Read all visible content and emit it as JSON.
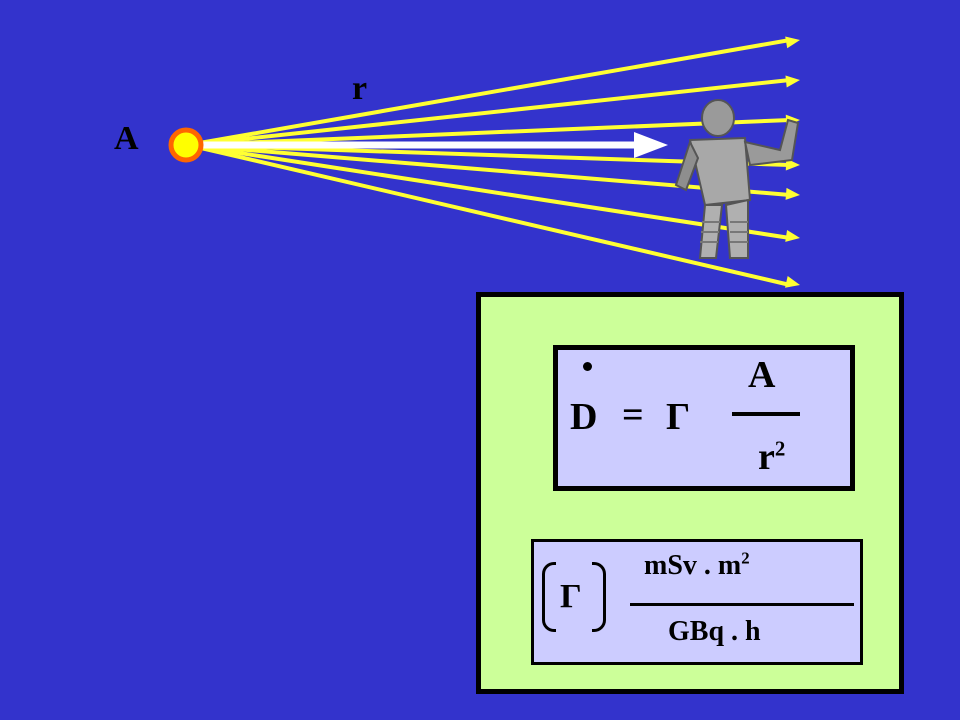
{
  "labels": {
    "source": "A",
    "distance": "r"
  },
  "formula": {
    "dose_symbol": "D",
    "equals": "=",
    "gamma": "Γ",
    "numerator": "A",
    "denominator_base": "r",
    "denominator_exponent": "2"
  },
  "unit": {
    "gamma": "Γ",
    "numerator_text": "mSv . m",
    "numerator_exponent": "2",
    "denominator": "GBq . h"
  },
  "colors": {
    "background": "#3333cc",
    "rays": "#ffff33",
    "source_fill": "#ffff00",
    "source_ring": "#ff6600",
    "main_arrow": "#ffffff",
    "panel": "#ccff99",
    "formula_box": "#ccccff"
  },
  "icons": {
    "source": "point-source-icon",
    "person": "person-figure-icon"
  }
}
